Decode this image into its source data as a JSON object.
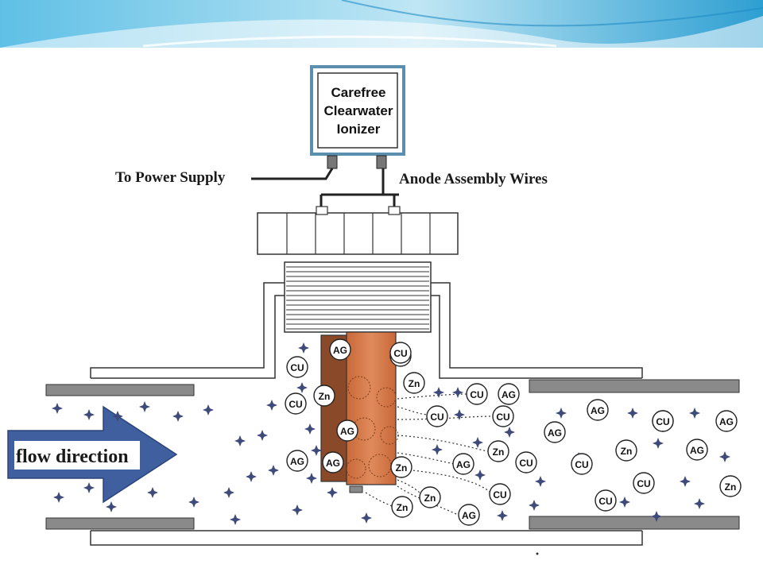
{
  "ionizer_box": {
    "lines": [
      "Carefree",
      "Clearwater",
      "Ionizer"
    ]
  },
  "labels": {
    "power": "To Power Supply",
    "wires": "Anode Assembly Wires",
    "flow": "flow direction"
  },
  "ions": [
    {
      "t": "AG"
    },
    {
      "t": "CU"
    },
    {
      "t": "Zn"
    },
    {
      "t": "CU"
    },
    {
      "t": "AG"
    },
    {
      "t": "AG"
    },
    {
      "t": "AG"
    },
    {
      "t": "Zn"
    },
    {
      "t": "CU"
    },
    {
      "t": "CU"
    },
    {
      "t": "AG"
    },
    {
      "t": "CU"
    },
    {
      "t": "AG"
    },
    {
      "t": "Zn"
    },
    {
      "t": "CU"
    },
    {
      "t": "AG"
    },
    {
      "t": "CU"
    },
    {
      "t": "CU"
    },
    {
      "t": "Zn"
    },
    {
      "t": "AG"
    },
    {
      "t": "Zn"
    },
    {
      "t": "AG"
    },
    {
      "t": "CU"
    },
    {
      "t": "AG"
    },
    {
      "t": "CU"
    },
    {
      "t": "Zn"
    },
    {
      "t": "CU"
    },
    {
      "t": "AG"
    },
    {
      "t": "CU"
    },
    {
      "t": "Zn"
    },
    {
      "t": "CU"
    },
    {
      "t": "Zn"
    },
    {
      "t": "AG"
    }
  ],
  "colors": {
    "banner_top": "#3aa8d8",
    "banner_light": "#bfe6f4",
    "pipe_dark": "#8a8a8a",
    "pipe_fill": "#ffffff",
    "electrode_dark": "#8a4a2a",
    "electrode_copper": "#d4784a",
    "arrow_fill": "#3f5f9f",
    "star": "#3d4a7a"
  }
}
